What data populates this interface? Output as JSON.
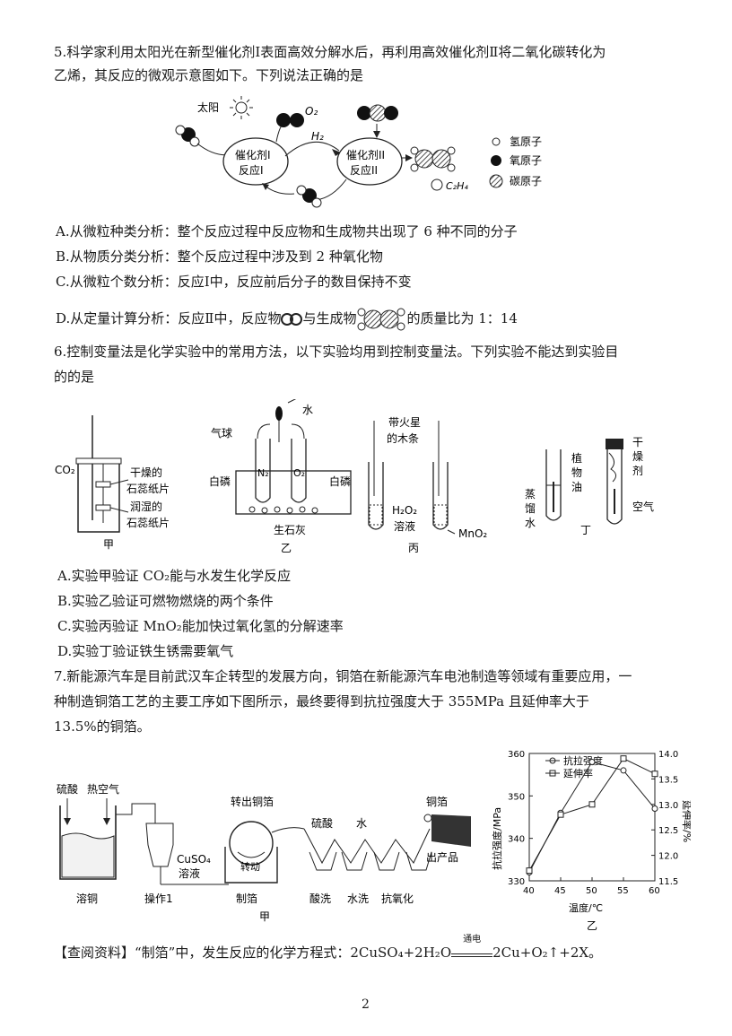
{
  "q5": {
    "stem_line1": "5.科学家利用太阳光在新型催化剂Ⅰ表面高效分解水后，再利用高效催化剂Ⅱ将二氧化碳转化为",
    "stem_line2": "乙烯，其反应的微观示意图如下。下列说法正确的是",
    "diagram": {
      "sun_label": "太阳",
      "o2_label": "O₂",
      "h2_label": "H₂",
      "cat1_line1": "催化剂I",
      "cat1_line2": "反应I",
      "cat2_line1": "催化剂II",
      "cat2_line2": "反应II",
      "product_note": "C₂H₄",
      "legend": [
        "氢原子",
        "氧原子",
        "碳原子"
      ]
    },
    "options": {
      "A": "A.从微粒种类分析：整个反应过程中反应物和生成物共出现了 6 种不同的分子",
      "B": "B.从物质分类分析：整个反应过程中涉及到 2 种氧化物",
      "C": "C.从微粒个数分析：反应Ⅰ中，反应前后分子的数目保持不变",
      "D_pre": "D.从定量计算分析：反应Ⅱ中，反应物",
      "D_mid": "与生成物",
      "D_post": "的质量比为 1：14"
    }
  },
  "q6": {
    "stem_line1": "6.控制变量法是化学实验中的常用方法，以下实验均用到控制变量法。下列实验不能达到实验目",
    "stem_line2": "的的是",
    "apparatus": {
      "jia": {
        "co2": "CO₂",
        "dry1": "干燥的",
        "dry2": "石蕊纸片",
        "wet1": "润湿的",
        "wet2": "石蕊纸片",
        "name": "甲"
      },
      "yi": {
        "balloon": "气球",
        "water": "水",
        "n2": "N₂",
        "o2": "O₂",
        "p_left": "白磷",
        "p_right": "白磷",
        "lime": "生石灰",
        "name": "乙"
      },
      "bing": {
        "splint1": "带火星",
        "splint2": "的木条",
        "h2o2_1": "H₂O₂",
        "h2o2_2": "溶液",
        "mno2": "MnO₂",
        "name": "丙"
      },
      "ding": {
        "desiccant": [
          "干",
          "燥",
          "剂"
        ],
        "oil": [
          "植",
          "物",
          "油"
        ],
        "water": [
          "蒸",
          "馏",
          "水"
        ],
        "air": "空气",
        "name": "丁"
      }
    },
    "options": {
      "A": "A.实验甲验证 CO₂能与水发生化学反应",
      "B": "B.实验乙验证可燃物燃烧的两个条件",
      "C": "C.实验丙验证 MnO₂能加快过氧化氢的分解速率",
      "D": "D.实验丁验证铁生锈需要氧气"
    }
  },
  "q7": {
    "stem_line1": "7.新能源汽车是目前武汉车企转型的发展方向，铜箔在新能源汽车电池制造等领域有重要应用，一",
    "stem_line2": "种制造铜箔工艺的主要工序如下图所示，最终要得到抗拉强度大于 355MPa 且延伸率大于",
    "stem_line3": "13.5%的铜箔。",
    "process": {
      "acid": "硫酸",
      "hot_air": "热空气",
      "cuso4_1": "CuSO₄",
      "cuso4_2": "溶液",
      "out_foil": "转出铜箔",
      "rotate": "转动",
      "acid2": "硫酸",
      "water": "水",
      "foil": "铜箔",
      "product": "出产品",
      "steps": [
        "溶铜",
        "操作1",
        "制箔",
        "酸洗",
        "水洗",
        "抗氧化"
      ],
      "name": "甲"
    },
    "info": "【查阅资料】“制箔”中，发生反应的化学方程式：2CuSO₄+2H₂O",
    "info_cond": "通电",
    "info_post": "2Cu+O₂↑+2X。"
  },
  "chart_data": {
    "type": "line",
    "name": "乙",
    "xlabel": "温度/℃",
    "ylabel_left": "抗拉强度/MPa",
    "ylabel_right": "延伸率/%",
    "x": [
      40,
      45,
      50,
      55,
      60
    ],
    "xlim": [
      40,
      60
    ],
    "ylim_left": [
      330,
      360
    ],
    "ylim_right": [
      11.5,
      14.0
    ],
    "yticks_left": [
      330,
      340,
      350,
      360
    ],
    "yticks_right": [
      11.5,
      12.0,
      12.5,
      13.0,
      13.5,
      14.0
    ],
    "series": [
      {
        "name": "抗拉强度",
        "axis": "left",
        "marker": "circle",
        "values": [
          332,
          346,
          358,
          356,
          347
        ]
      },
      {
        "name": "延伸率",
        "axis": "right",
        "marker": "square",
        "values": [
          11.7,
          12.8,
          13.0,
          13.9,
          13.6
        ]
      }
    ]
  },
  "page_number": "2"
}
